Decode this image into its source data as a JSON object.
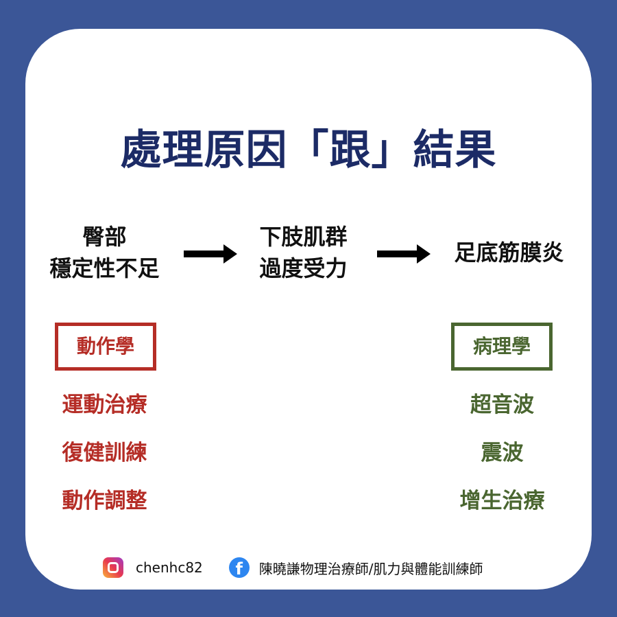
{
  "title": "處理原因「跟」結果",
  "flow": [
    {
      "line1": "臀部",
      "line2": "穩定性不足"
    },
    {
      "line1": "下肢肌群",
      "line2": "過度受力"
    },
    {
      "line1": "足底筋膜炎"
    }
  ],
  "left": {
    "heading": "動作學",
    "items": [
      "運動治療",
      "復健訓練",
      "動作調整"
    ],
    "color": "#b52d26"
  },
  "right": {
    "heading": "病理學",
    "items": [
      "超音波",
      "震波",
      "增生治療"
    ],
    "color": "#4a6630"
  },
  "footer": {
    "instagram": "chenhc82",
    "facebook": "陳曉謙物理治療師/肌力與體能訓練師"
  }
}
